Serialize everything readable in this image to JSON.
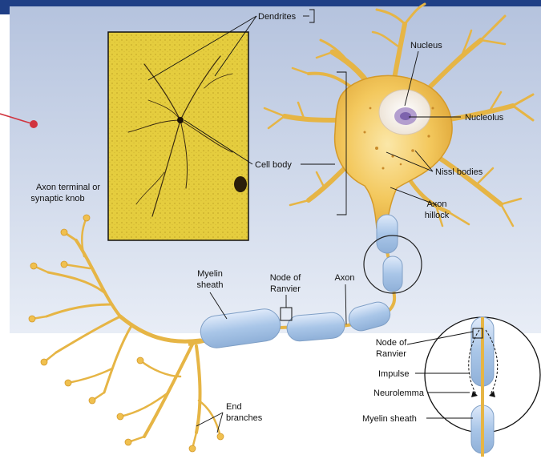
{
  "labels": {
    "dendrites": "Dendrites",
    "nucleus": "Nucleus",
    "nucleolus": "Nucleolus",
    "cell_body": "Cell body",
    "nissl_bodies": "Nissl bodies",
    "axon_hillock": [
      "Axon",
      "hillock"
    ],
    "axon_terminal": [
      "Axon terminal or",
      "synaptic knob"
    ],
    "myelin_sheath": [
      "Myelin",
      "sheath"
    ],
    "node_of_ranvier": [
      "Node of",
      "Ranvier"
    ],
    "axon": "Axon",
    "end_branches": [
      "End",
      "branches"
    ],
    "inset": {
      "node_of_ranvier": [
        "Node of",
        "Ranvier"
      ],
      "impulse": "Impulse",
      "neurolemma": "Neurolemma",
      "myelin_sheath": "Myelin sheath"
    }
  },
  "colors": {
    "background_top": "#b7c4de",
    "background_bottom": "#ffffff",
    "header_bar": "#1f3f86",
    "neuron_fill": "#f2c45a",
    "neuron_edge": "#d49a2a",
    "myelin_fill": "#b9d3ee",
    "myelin_edge": "#7f9fc6",
    "micrograph_bg": "#e2ca3c",
    "pointer_dot": "#d1343f"
  }
}
